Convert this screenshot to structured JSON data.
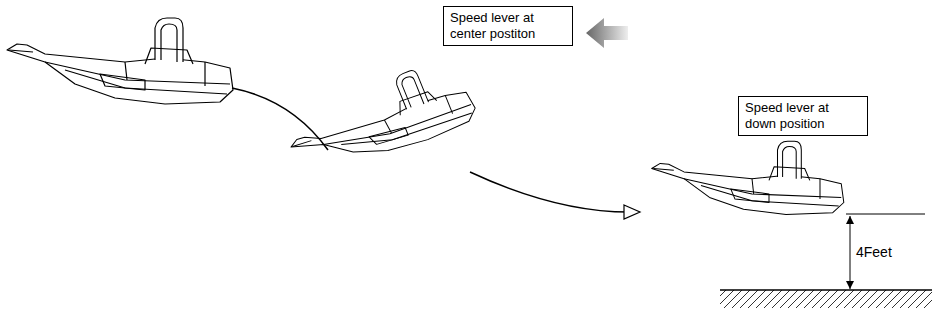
{
  "diagram": {
    "nodes": [
      {
        "text": [
          "Speed lever at center postiton"
        ]
      },
      {
        "text": [
          "Speed lever at down position"
        ]
      }
    ],
    "labels": [
      "4Feet"
    ]
  }
}
